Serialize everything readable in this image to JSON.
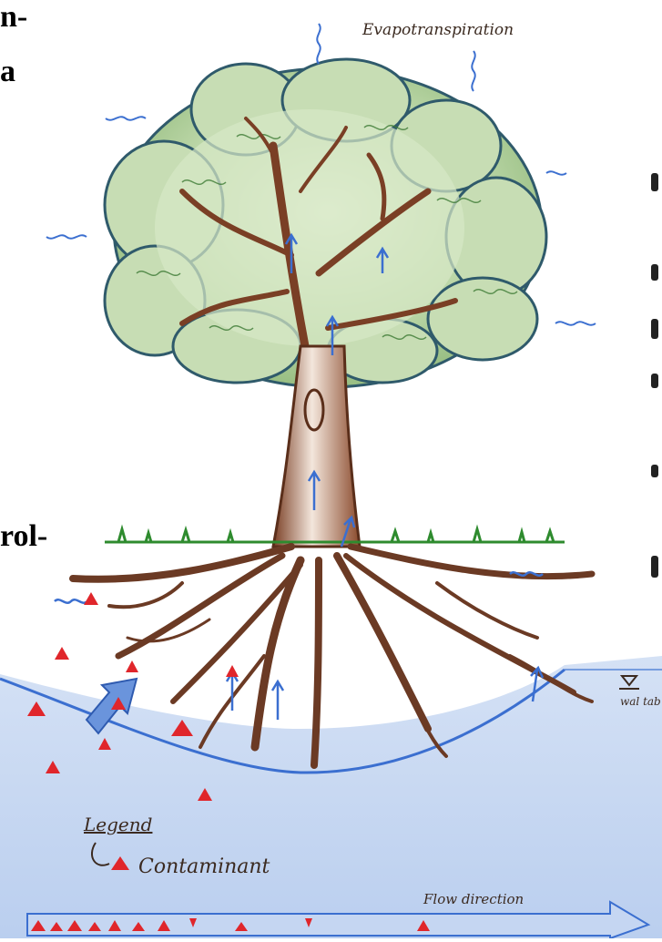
{
  "edge_text": {
    "top_left_1": "n-",
    "top_left_2": "a",
    "mid_left": "rol-"
  },
  "labels": {
    "evapotranspiration": "Evapotranspiration",
    "water_table": "wal tab",
    "legend_title": "Legend",
    "legend_contaminant": "Contaminant",
    "flow_direction": "Flow direction"
  },
  "colors": {
    "leaf_dark": "#2f6b2a",
    "leaf_light": "#a9c98e",
    "trunk": "#8a4a2c",
    "root": "#6b3a24",
    "grass": "#2e8b2e",
    "water": "#b9cfee",
    "arrow_blue": "#3b6fd0",
    "contaminant": "#e0262b",
    "ink": "#3b2a20"
  }
}
